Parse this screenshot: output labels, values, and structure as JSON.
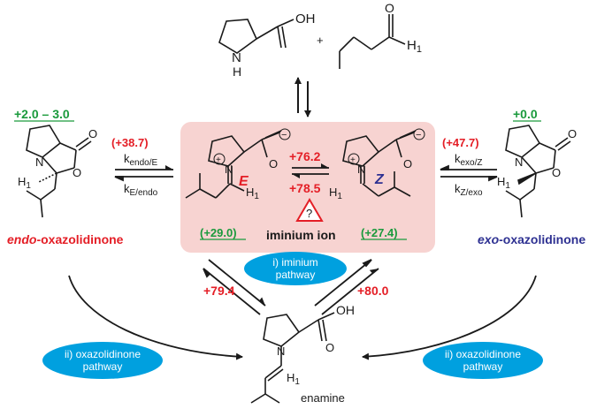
{
  "colors": {
    "red": "#e41e26",
    "green": "#1a9a3c",
    "blue_label": "#2e3192",
    "pink_box": "#f7d3d1",
    "cyan_badge": "#00a0df",
    "black": "#1a1a1a"
  },
  "top": {
    "oh": "OH",
    "nh": "N",
    "h_under_n": "H",
    "plus": "+",
    "aldehyde_o": "O",
    "aldehyde_h": "H",
    "aldehyde_h_sub": "1"
  },
  "endo": {
    "energy": "+2.0 – 3.0",
    "o_ring": "O",
    "o_carbonyl": "O",
    "n": "N",
    "h": "H",
    "h_sub": "1",
    "name_prefix": "endo",
    "name_suffix": "-oxazolidinone",
    "ts_energy": "(+38.7)",
    "k_top": "k",
    "k_top_sub": "endo/E",
    "k_bottom": "k",
    "k_bottom_sub": "E/endo"
  },
  "exo": {
    "energy": "+0.0",
    "o_ring": "O",
    "o_carbonyl": "O",
    "n": "N",
    "h": "H",
    "h_sub": "1",
    "name_prefix": "exo",
    "name_suffix": "-oxazolidinone",
    "ts_energy": "(+47.7)",
    "k_top": "k",
    "k_top_sub": "exo/Z",
    "k_bottom": "k",
    "k_bottom_sub": "Z/exo"
  },
  "iminium": {
    "e_label": "E",
    "z_label": "Z",
    "e_energy": "(+29.0)",
    "z_energy": "(+27.4)",
    "ts_top": "+76.2",
    "ts_bottom": "+78.5",
    "question": "?",
    "label": "iminium ion",
    "n": "N",
    "o": "O",
    "h": "H",
    "h_sub": "1",
    "plus": "+",
    "minus": "−"
  },
  "pathways": {
    "iminium_badge_line1": "i) iminium",
    "iminium_badge_line2": "pathway",
    "oxaz_badge_line1": "ii) oxazolidinone",
    "oxaz_badge_line2": "pathway",
    "left_ts": "+79.4",
    "right_ts": "+80.0"
  },
  "enamine": {
    "oh": "OH",
    "o": "O",
    "n": "N",
    "h": "H",
    "h_sub": "1",
    "label": "enamine"
  }
}
